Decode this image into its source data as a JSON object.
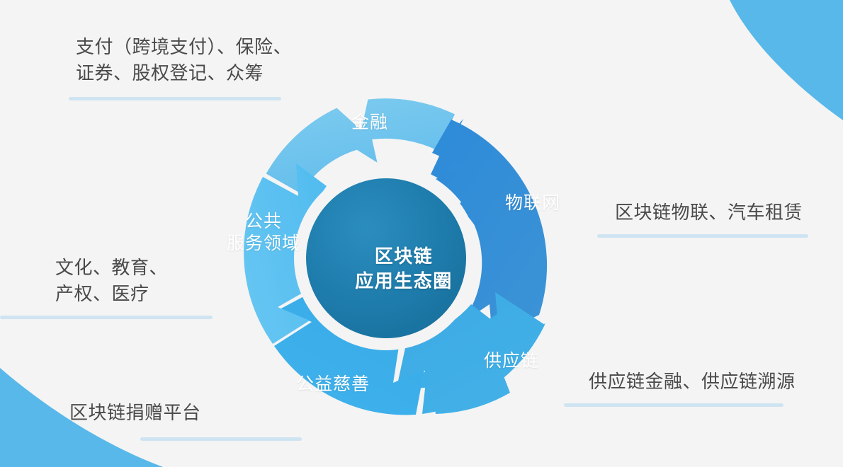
{
  "diagram": {
    "title": "区块链应用生态圈",
    "center": {
      "line1": "区块链",
      "line2": "应用生态圈",
      "text": "区块链\n应用生态圈",
      "color": "#1B78A8"
    },
    "segments": [
      {
        "id": "finance",
        "label": "金融",
        "color": "#6DC3ED",
        "annotation": "支付（跨境支付）、保险、\n证券、股权登记、众筹",
        "annotation_line1": "支付（跨境支付）、保险、",
        "annotation_line2": "证券、股权登记、众筹",
        "position": "top"
      },
      {
        "id": "iot",
        "label": "物联网",
        "color": "#3289D4",
        "annotation": "区块链物联、汽车租赁",
        "position": "right"
      },
      {
        "id": "supply-chain",
        "label": "供应链",
        "color": "#3DAAE4",
        "annotation": "供应链金融、供应链溯源",
        "position": "bottom-right"
      },
      {
        "id": "charity",
        "label": "公益慈善",
        "color": "#38ABE8",
        "annotation": "区块链捐赠平台",
        "position": "bottom-left"
      },
      {
        "id": "public-service",
        "label": "公共\n服务领域",
        "label_line1": "公共",
        "label_line2": "服务领域",
        "color": "#56BDF0",
        "annotation": "文化、教育、\n产权、医疗",
        "annotation_line1": "文化、教育、",
        "annotation_line2": "产权、医疗",
        "position": "left"
      }
    ],
    "colors": {
      "background": "#f4f4f4",
      "hub": "#1B78A8",
      "hub_gap": "#ffffff",
      "callout_line": "#cfe4f2",
      "annotation_text": "#4a4a4a",
      "segment_label_text": "#ffffff",
      "corner_wedge": "#4FB4E8"
    }
  }
}
